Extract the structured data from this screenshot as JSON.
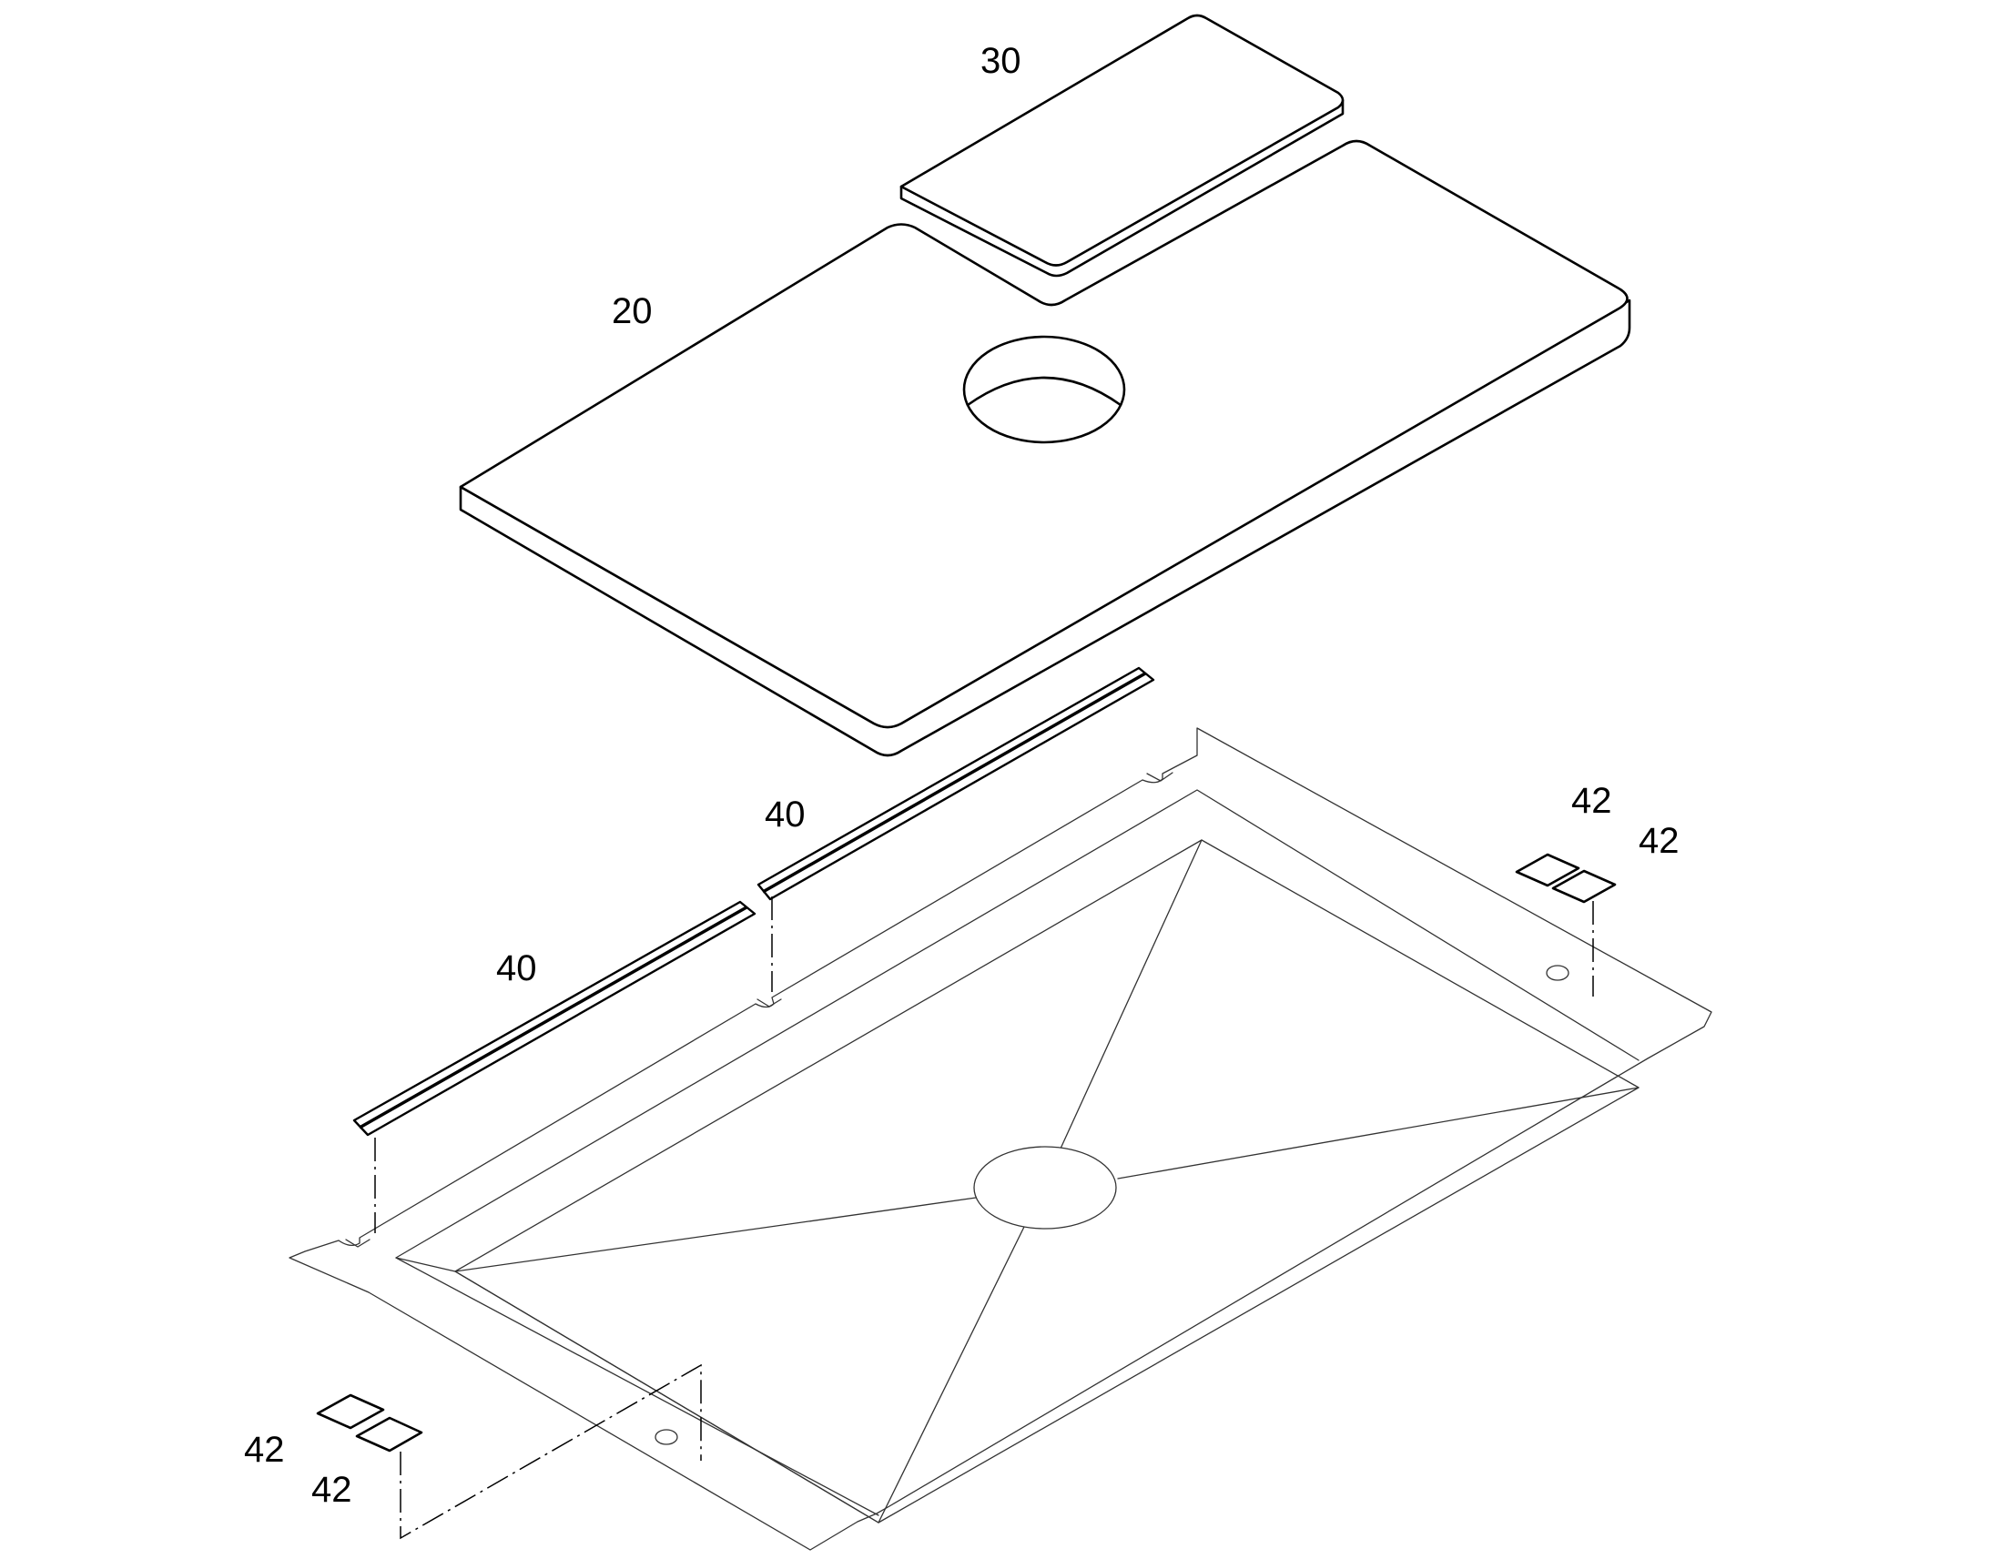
{
  "labels": {
    "part_30": "30",
    "part_20": "20",
    "part_40_upper": "40",
    "part_40_lower": "40",
    "part_42_right_a": "42",
    "part_42_right_b": "42",
    "part_42_left_a": "42",
    "part_42_left_b": "42"
  }
}
